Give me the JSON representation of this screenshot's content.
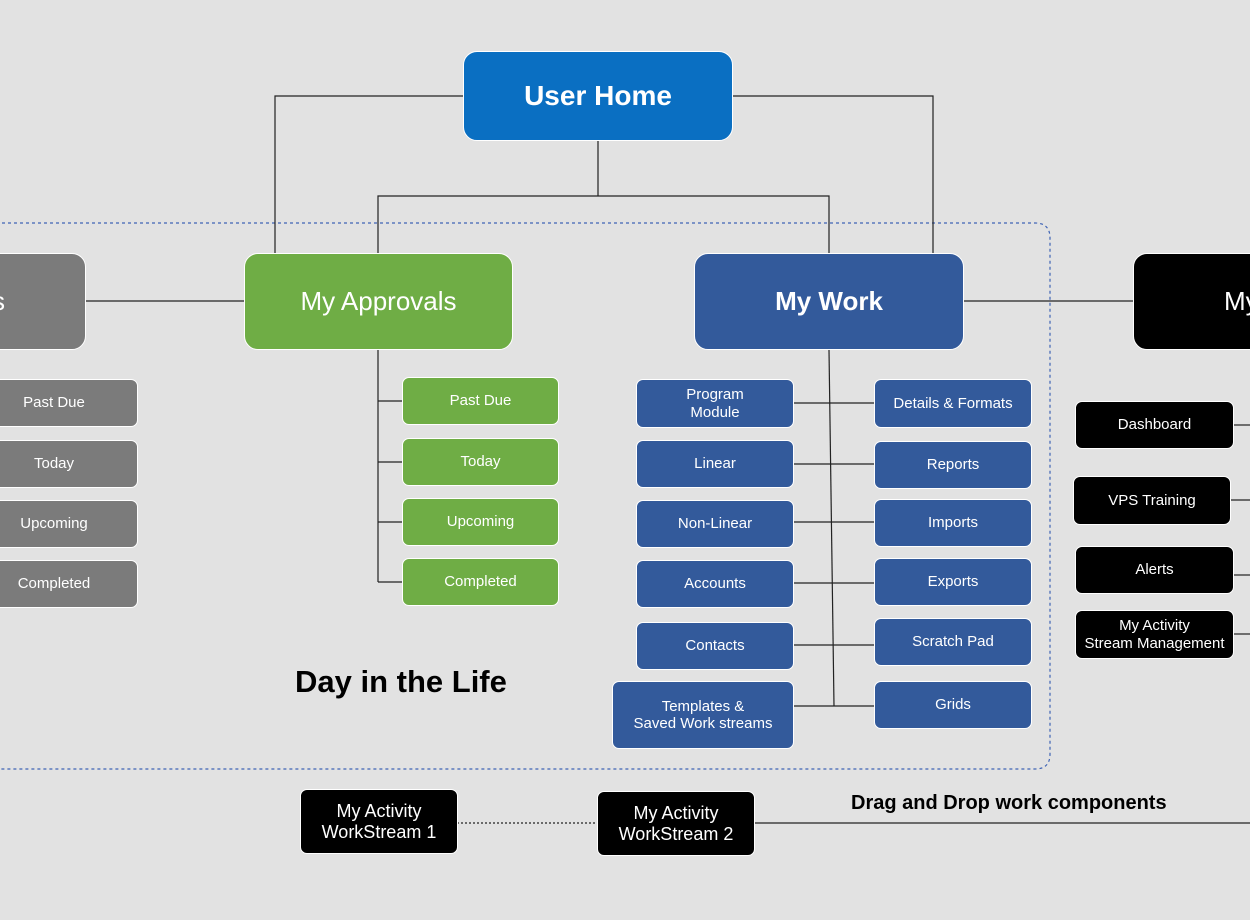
{
  "diagram": {
    "home": "User Home",
    "left_partial": "s",
    "left_items": [
      "Past Due",
      "Today",
      "Upcoming",
      "Completed"
    ],
    "approvals": {
      "title": "My Approvals",
      "items": [
        "Past Due",
        "Today",
        "Upcoming",
        "Completed"
      ]
    },
    "work": {
      "title": "My Work",
      "left_items": [
        "Program\nModule",
        "Linear",
        "Non-Linear",
        "Accounts",
        "Contacts",
        "Templates &\nSaved Work streams"
      ],
      "right_items": [
        "Details & Formats",
        "Reports",
        "Imports",
        "Exports",
        "Scratch Pad",
        "Grids"
      ]
    },
    "right_partial": "My",
    "right_items": [
      "Dashboard",
      "VPS Training",
      "Alerts",
      "My Activity\nStream Management"
    ],
    "day_label": "Day in the Life",
    "streams": [
      "My Activity\nWorkStream 1",
      "My Activity\nWorkStream 2"
    ],
    "drag_label": "Drag and Drop work components",
    "colors": {
      "home": "#0a6fc2",
      "approvals": "#6fad45",
      "work": "#335a9b",
      "left_group": "#7b7b7b",
      "right_group": "#000000",
      "background": "#e2e2e2",
      "dashed_region": "#3f64b5"
    }
  }
}
